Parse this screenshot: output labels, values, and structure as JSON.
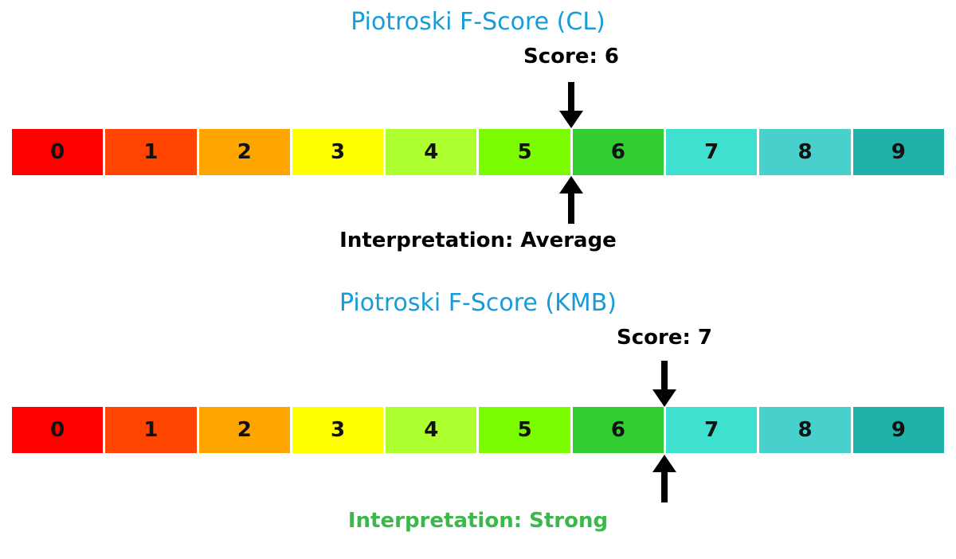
{
  "page": {
    "background_color": "#ffffff",
    "title_color": "#189cd8",
    "arrow_color": "#000000"
  },
  "scale": {
    "segments": [
      {
        "label": "0",
        "color": "#ff0000"
      },
      {
        "label": "1",
        "color": "#ff4500"
      },
      {
        "label": "2",
        "color": "#ffa500"
      },
      {
        "label": "3",
        "color": "#ffff00"
      },
      {
        "label": "4",
        "color": "#adff2f"
      },
      {
        "label": "5",
        "color": "#7cfc00"
      },
      {
        "label": "6",
        "color": "#32cd32"
      },
      {
        "label": "7",
        "color": "#40e0d0"
      },
      {
        "label": "8",
        "color": "#48d1cc"
      },
      {
        "label": "9",
        "color": "#20b2aa"
      }
    ]
  },
  "charts": [
    {
      "id": "cl",
      "title": "Piotroski F-Score (CL)",
      "score": 6,
      "score_label": "Score: 6",
      "interpretation": "Average",
      "interpretation_label": "Interpretation: Average",
      "interpretation_color": "#000000"
    },
    {
      "id": "kmb",
      "title": "Piotroski F-Score (KMB)",
      "score": 7,
      "score_label": "Score: 7",
      "interpretation": "Strong",
      "interpretation_label": "Interpretation: Strong",
      "interpretation_color": "#3cb84a"
    }
  ],
  "chart_data": [
    {
      "type": "bar",
      "subtype": "categorical-score-scale-with-marker",
      "title": "Piotroski F-Score (CL)",
      "categories": [
        "0",
        "1",
        "2",
        "3",
        "4",
        "5",
        "6",
        "7",
        "8",
        "9"
      ],
      "segment_colors": [
        "#ff0000",
        "#ff4500",
        "#ffa500",
        "#ffff00",
        "#adff2f",
        "#7cfc00",
        "#32cd32",
        "#40e0d0",
        "#48d1cc",
        "#20b2aa"
      ],
      "score": 6,
      "score_annotation": "Score: 6",
      "interpretation_annotation": "Interpretation: Average",
      "marker_position_on_axis": 6,
      "axis_range": [
        0,
        10
      ],
      "grid": false,
      "legend": "none",
      "axes_visible": false
    },
    {
      "type": "bar",
      "subtype": "categorical-score-scale-with-marker",
      "title": "Piotroski F-Score (KMB)",
      "categories": [
        "0",
        "1",
        "2",
        "3",
        "4",
        "5",
        "6",
        "7",
        "8",
        "9"
      ],
      "segment_colors": [
        "#ff0000",
        "#ff4500",
        "#ffa500",
        "#ffff00",
        "#adff2f",
        "#7cfc00",
        "#32cd32",
        "#40e0d0",
        "#48d1cc",
        "#20b2aa"
      ],
      "score": 7,
      "score_annotation": "Score: 7",
      "interpretation_annotation": "Interpretation: Strong",
      "marker_position_on_axis": 7,
      "axis_range": [
        0,
        10
      ],
      "grid": false,
      "legend": "none",
      "axes_visible": false
    }
  ]
}
